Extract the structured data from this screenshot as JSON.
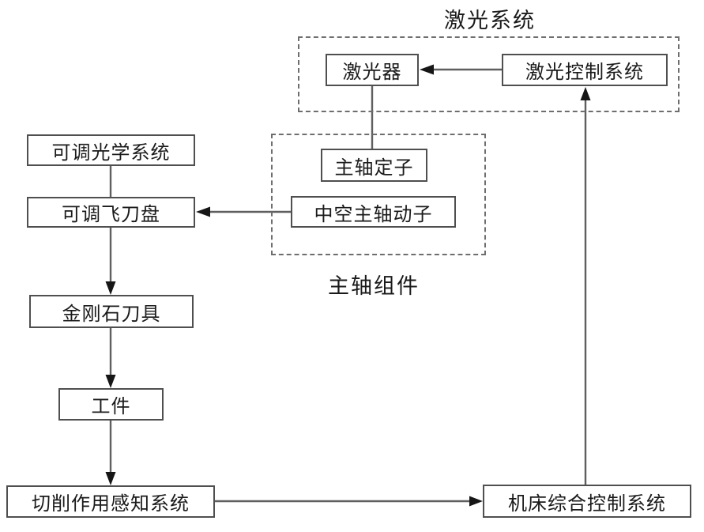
{
  "diagram": {
    "background": "#ffffff",
    "border_color": "#4f4f4f",
    "dashed_border_color": "#6e6e6e",
    "line_color": "#5f5f5f",
    "arrow_color": "#161616",
    "text_color": "#1a1a1a",
    "groups": [
      {
        "id": "laser-system",
        "label": "激光系统"
      },
      {
        "id": "spindle-assembly",
        "label": "主轴组件"
      }
    ],
    "nodes": [
      {
        "id": "laser",
        "label": "激光器"
      },
      {
        "id": "laser-control-system",
        "label": "激光控制系统"
      },
      {
        "id": "spindle-stator",
        "label": "主轴定子"
      },
      {
        "id": "hollow-spindle-mover",
        "label": "中空主轴动子"
      },
      {
        "id": "adjustable-optical-system",
        "label": "可调光学系统"
      },
      {
        "id": "adjustable-fly-cutter-disc",
        "label": "可调飞刀盘"
      },
      {
        "id": "diamond-tool",
        "label": "金刚石刀具"
      },
      {
        "id": "workpiece",
        "label": "工件"
      },
      {
        "id": "cutting-action-sensing-system",
        "label": "切削作用感知系统"
      },
      {
        "id": "machine-integrated-control-system",
        "label": "机床综合控制系统"
      }
    ],
    "edges": [
      {
        "from": "laser-control-system",
        "to": "laser",
        "arrow": true
      },
      {
        "from": "machine-integrated-control-system",
        "to": "laser-control-system",
        "arrow": true
      },
      {
        "from": "laser",
        "to": "spindle-stator",
        "arrow": false
      },
      {
        "from": "hollow-spindle-mover",
        "to": "adjustable-fly-cutter-disc",
        "arrow": true
      },
      {
        "from": "adjustable-optical-system",
        "to": "adjustable-fly-cutter-disc",
        "arrow": false
      },
      {
        "from": "adjustable-fly-cutter-disc",
        "to": "diamond-tool",
        "arrow": true
      },
      {
        "from": "diamond-tool",
        "to": "workpiece",
        "arrow": true
      },
      {
        "from": "workpiece",
        "to": "cutting-action-sensing-system",
        "arrow": true
      },
      {
        "from": "cutting-action-sensing-system",
        "to": "machine-integrated-control-system",
        "arrow": true
      }
    ]
  }
}
